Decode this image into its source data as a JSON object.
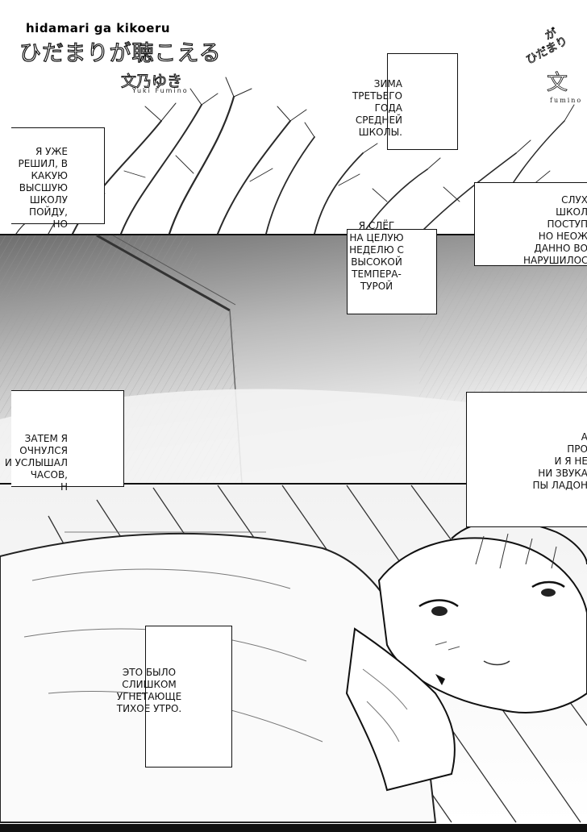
{
  "header": {
    "title_romaji": "hidamari ga kikoeru",
    "title_jp": "ひだまりが聴こえる",
    "author_jp": "文乃ゆき",
    "author_romaji": "Yuki Fumino",
    "credit_vertical": [
      "ひだまり",
      "が",
      "文",
      "fumino"
    ]
  },
  "bubbles": [
    {
      "id": "winter",
      "lines": [
        "ЗИМА",
        "ТРЕТЬЕГО",
        "ГОДА",
        "СРЕДНЕЙ",
        "ШКОЛЫ."
      ]
    },
    {
      "id": "decided",
      "lines": [
        "Я УЖЕ",
        "РЕШИЛ, В",
        "КАКУЮ",
        "ВЫСШУЮ",
        "ШКОЛУ",
        "ПОЙДУ,",
        "НО"
      ]
    },
    {
      "id": "hearing",
      "lines": [
        "СЛУХ",
        "ШКОЛ",
        "ПОСТУП",
        "НО НЕОЖ",
        "ДАННО ВО",
        "НАРУШИЛОСЬ."
      ]
    },
    {
      "id": "fever",
      "lines": [
        "Я СЛЁГ",
        "НА ЦЕЛУЮ",
        "НЕДЕЛЮ С",
        "ВЫСОКОЙ",
        "ТЕМПЕРА-",
        "ТУРОЙ"
      ]
    },
    {
      "id": "woke",
      "lines": [
        "ЗАТЕМ Я",
        "ОЧНУЛСЯ",
        "И УСЛЫШАЛ",
        "ЧАСОВ,",
        "Н"
      ]
    },
    {
      "id": "sound",
      "lines": [
        "А",
        "ПРО",
        "И Я НЕ",
        "НИ ЗВУКА",
        "ПЫ ЛАДОН"
      ]
    },
    {
      "id": "scary",
      "lines": [
        "ЭТО БЫЛО",
        "СЛИШКОМ",
        "УГНЕТАЮЩЕ",
        "ТИХОЕ УТРО."
      ]
    }
  ]
}
